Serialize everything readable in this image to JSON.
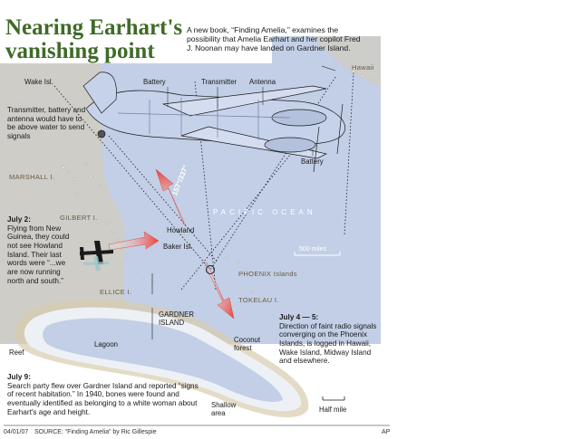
{
  "headline": "Nearing Earhart's vanishing point",
  "intro": "A new book, “Finding Amelia,” examines the possibility that Amelia Earhart and her copilot Fred J. Noonan may have landed on Gardner Island.",
  "plane_labels": {
    "battery_top": "Battery",
    "transmitter": "Transmitter",
    "antenna": "Antenna",
    "battery_bottom": "Battery"
  },
  "transmitter_note": "Transmitter, battery and antenna would have to be above water to send signals",
  "places": {
    "wake": "Wake Isl.",
    "hawaii": "Hawaii",
    "marshall": "MARSHALL I.",
    "gilbert": "GILBERT I.",
    "ellice": "ELLICE I.",
    "howland": "Howland",
    "baker": "Baker Isl.",
    "phoenix": "PHOENIX Islands",
    "tokelau": "TOKELAU I.",
    "gardner": "GARDNER ISLAND",
    "pacific": "PACIFIC OCEAN"
  },
  "heading_label": "157°/337°",
  "scale_map": "500 miles",
  "scale_island": "Half mile",
  "july2": {
    "date": "July 2:",
    "text": "Flying from New Guinea, they could not see Howland Island. Their last words were “...we are now running north and south.”"
  },
  "july45": {
    "date": "July 4 — 5:",
    "text": "Direction of faint radio signals converging on the Phoenix Islands, is logged in Hawaii, Wake Island, Midway Island and elsewhere."
  },
  "july9": {
    "date": "July 9:",
    "text": "Search party flew over Gardner Island and reported “signs of recent habitation.” In 1940, bones were found and eventually identified as belonging to a white woman about Earhart's age and height."
  },
  "island_labels": {
    "lagoon": "Lagoon",
    "reef": "Reef",
    "coconut": "Coconut forest",
    "shallow": "Shallow area"
  },
  "footer": {
    "date": "04/01/07",
    "source": "SOURCE: “Finding Amelia” by Ric Gillespie",
    "agency": "AP"
  },
  "colors": {
    "ocean": "#c2cfe6",
    "land": "#d8ccae",
    "headline": "#3f6a28",
    "arrow": "#e8423a",
    "plane": "#c6d2ea"
  }
}
